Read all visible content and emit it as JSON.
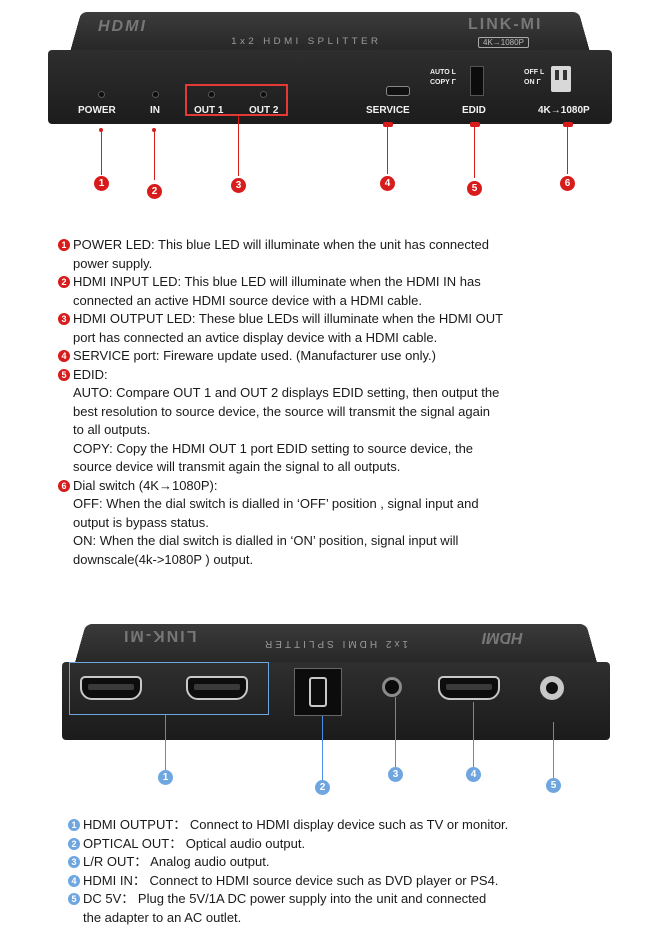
{
  "front_panel": {
    "hdmi_mark": "HDMI",
    "brand": "LINK-MI",
    "model": "1x2 HDMI SPLITTER",
    "badge": "4K→1080P",
    "labels": {
      "power": "POWER",
      "in": "IN",
      "out1": "OUT 1",
      "out2": "OUT 2",
      "service": "SERVICE",
      "edid": "EDID",
      "downscale": "4K→1080P"
    },
    "edid_switch": {
      "auto": "AUTO",
      "copy": "COPY"
    },
    "dial_switch": {
      "off": "OFF",
      "on": "ON"
    }
  },
  "front_callouts": [
    "1",
    "2",
    "3",
    "4",
    "5",
    "6"
  ],
  "front_descriptions": [
    {
      "num": "1",
      "lines": [
        "POWER LED: This blue LED will illuminate when the unit has connected",
        "power supply."
      ]
    },
    {
      "num": "2",
      "lines": [
        "HDMI INPUT LED: This blue LED will illuminate when the HDMI IN has",
        "connected an active HDMI source device with a HDMI cable."
      ]
    },
    {
      "num": "3",
      "lines": [
        "HDMI OUTPUT LED: These blue LEDs will illuminate when the HDMI OUT",
        "port has connected an avtice display device with a HDMI cable."
      ]
    },
    {
      "num": "4",
      "lines": [
        "SERVICE port: Fireware update used. (Manufacturer use only.)"
      ]
    },
    {
      "num": "5",
      "lines": [
        "EDID:",
        "AUTO: Compare OUT 1 and OUT 2 displays EDID setting, then output the",
        "best resolution to source device, the source will transmit the signal again",
        "to all outputs.",
        "COPY: Copy the HDMI OUT 1 port EDID setting to source device, the",
        "source device will transmit again the signal to all outputs."
      ]
    },
    {
      "num": "6",
      "lines": [
        "Dial switch (4K→1080P):",
        "OFF: When the dial switch is dialled in ‘OFF’ position , signal input and",
        "output is bypass status.",
        "ON: When the dial switch is dialled in ‘ON’ position, signal input will",
        "downscale(4k->1080P ) output."
      ]
    }
  ],
  "rear_panel": {
    "brand": "LINK-MI",
    "model": "1x2 HDMI SPLITTER",
    "hdmi_mark": "HDMI"
  },
  "rear_callouts": [
    "1",
    "2",
    "3",
    "4",
    "5"
  ],
  "rear_descriptions": [
    {
      "num": "1",
      "lines": [
        "HDMI OUTPUT： Connect to HDMI display device such as TV or monitor."
      ]
    },
    {
      "num": "2",
      "lines": [
        "OPTICAL OUT： Optical audio output."
      ]
    },
    {
      "num": "3",
      "lines": [
        "L/R OUT： Analog audio output."
      ]
    },
    {
      "num": "4",
      "lines": [
        "HDMI IN： Connect to HDMI source device such as DVD player or PS4."
      ]
    },
    {
      "num": "5",
      "lines": [
        "DC 5V： Plug the 5V/1A DC power supply into the unit and connected",
        "the adapter to an AC outlet."
      ]
    }
  ],
  "colors": {
    "front_callout": "#d81b1b",
    "rear_callout": "#6fa6e0",
    "device_body": "#262626"
  }
}
